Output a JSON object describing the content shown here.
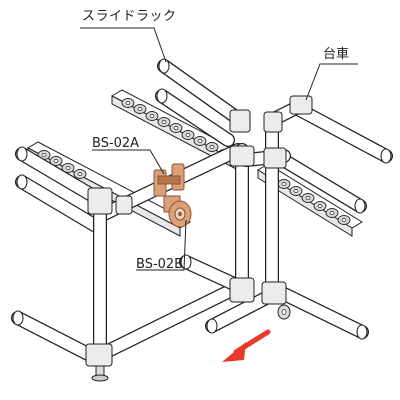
{
  "labels": {
    "slide_rack": "スライドラック",
    "cart": "台車",
    "part_a": "BS-02A",
    "part_b": "BS-02B"
  },
  "colors": {
    "line": "#222222",
    "pipe_fill": "#ffffff",
    "joint_fill": "#ececec",
    "roller_fill": "#d8d8d8",
    "copper": "#d9a07a",
    "copper_dark": "#b8764e",
    "arrow": "#e8392b"
  },
  "icons": {
    "direction_arrow": "arrow-down-left-icon"
  }
}
